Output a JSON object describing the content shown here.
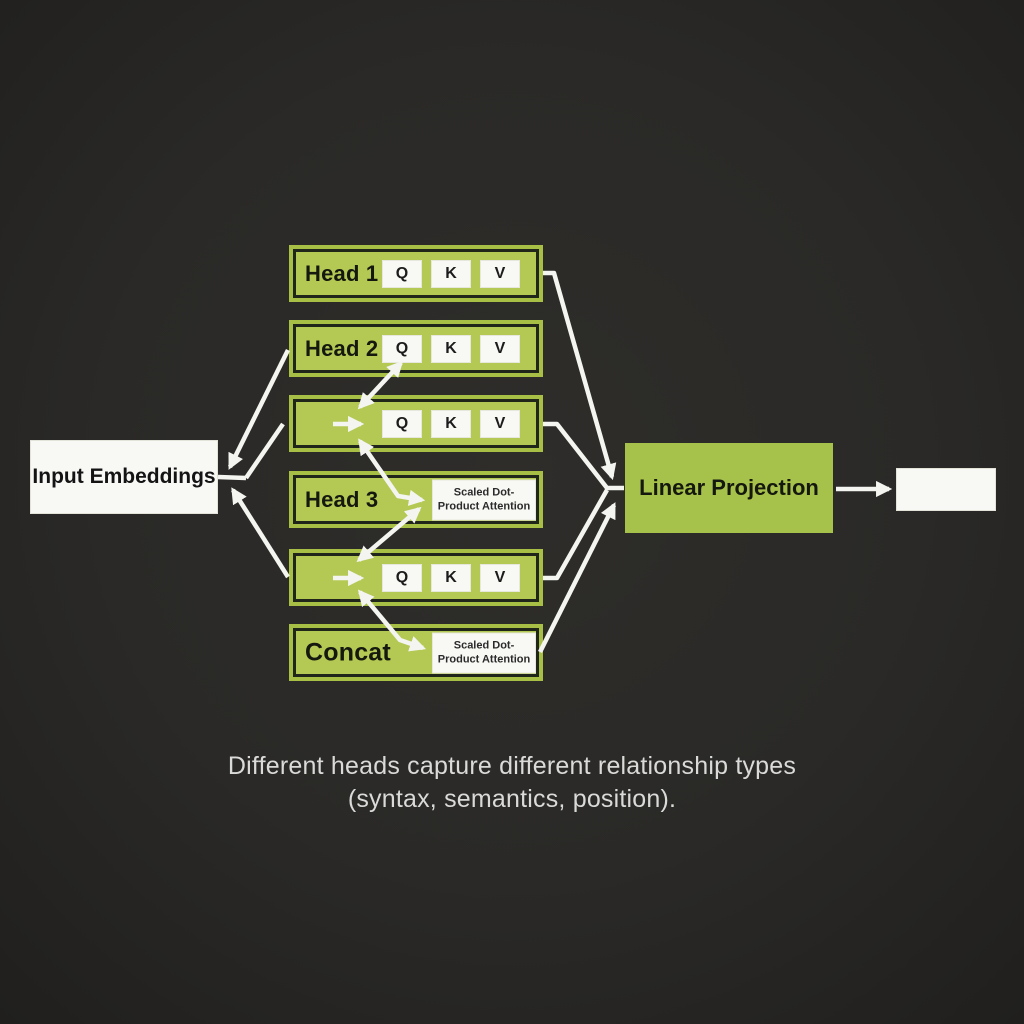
{
  "colors": {
    "background": "#2a2927",
    "green_frame": "#a6bf44",
    "green_fill": "#b3c954",
    "box_white": "#f8f8f5",
    "arrow_white": "#f4f4f1",
    "caption_text": "#dadad8"
  },
  "diagram": {
    "input": {
      "label": "Input Embeddings"
    },
    "rows": [
      {
        "label": "Head 1",
        "cells": {
          "q": "Q",
          "k": "K",
          "v": "V"
        }
      },
      {
        "label": "Head 2",
        "cells": {
          "q": "Q",
          "k": "K",
          "v": "V"
        }
      },
      {
        "label": "",
        "cells": {
          "q": "Q",
          "k": "K",
          "v": "V"
        }
      },
      {
        "label": "Head 3",
        "attention": "Scaled Dot-Product Attention"
      },
      {
        "label": "",
        "cells": {
          "q": "Q",
          "k": "K",
          "v": "V"
        }
      },
      {
        "label": "Concat",
        "attention": "Scaled Dot-Product Attention"
      }
    ],
    "linear": {
      "label": "Linear Projection"
    },
    "output": {
      "label": ""
    }
  },
  "caption": {
    "line1": "Different heads capture different relationship types",
    "line2": "(syntax, semantics, position)."
  }
}
